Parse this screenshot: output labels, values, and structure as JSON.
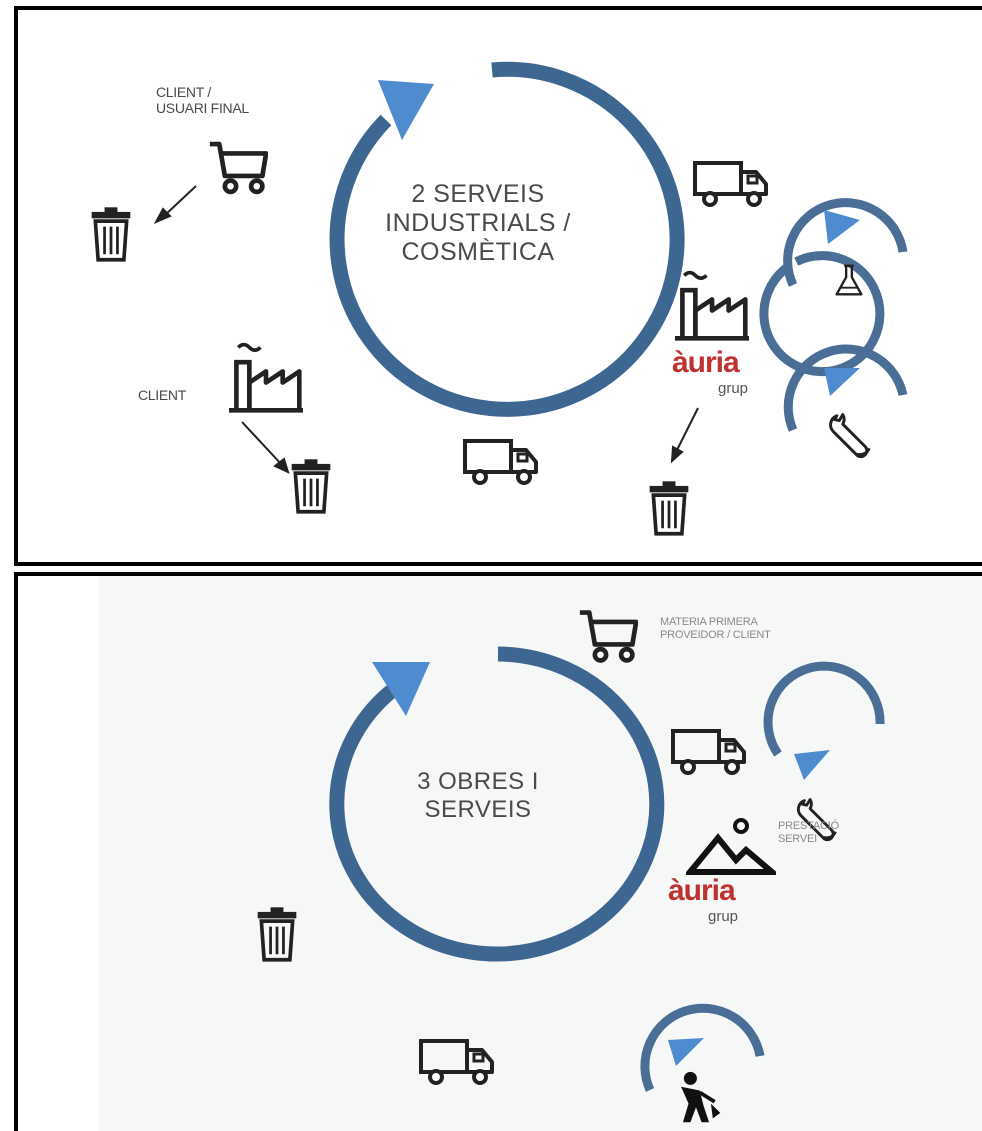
{
  "colors": {
    "ring": "#3d6690",
    "arrow": "#4f8bcf",
    "border": "#000000",
    "logo": "#c0312f",
    "icon": "#222222"
  },
  "panel1": {
    "title": "2 SERVEIS\nINDUSTRIALS /\nCOSMÈTICA",
    "label_client_final": "CLIENT /\nUSUARI FINAL",
    "label_client": "CLIENT",
    "logo_main": "àuria",
    "logo_sub": "grup"
  },
  "panel2": {
    "title": "3 OBRES I\nSERVEIS",
    "label_materia": "MATERIA PRIMERA\nPROVEIDOR / CLIENT",
    "label_prestacio": "PRESTACIÓ\nSERVEI",
    "logo_main": "àuria",
    "logo_sub": "grup"
  },
  "icons": {
    "cart": "shopping-cart-icon",
    "trash": "trash-bin-icon",
    "truck": "delivery-truck-icon",
    "factory": "factory-icon",
    "flask": "flask-icon",
    "wrench": "wrench-icon",
    "mountain": "mountain-icon",
    "worker": "worker-digging-icon"
  }
}
